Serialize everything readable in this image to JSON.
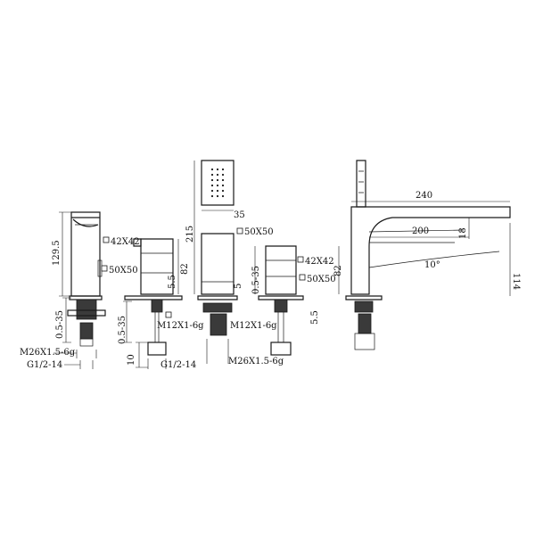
{
  "labels": {
    "basin_height": "129.5",
    "basin_sq1": "42X42",
    "basin_sq2": "50X50",
    "basin_range": "0.5-35",
    "basin_thread": "M26X1.5-6g",
    "basin_pipe": "G1/2-14",
    "valve_range": "0.5-35",
    "valve_ten": "10",
    "valve_pipe": "G1/2-14",
    "valve_sq": "42X42",
    "valve_h": "82",
    "valve_gap": "5.5",
    "valve_thread": "M12X1-6g",
    "shower_215": "215",
    "shower_35": "35",
    "shower_sq": "50X50",
    "shower_5": "5",
    "shower_range": "0.5-35",
    "shower_thread1": "M12X1-6g",
    "shower_thread2": "M26X1.5-6g",
    "v2_sq1": "42X42",
    "v2_sq2": "50X50",
    "v2_h": "82",
    "v2_gap": "5.5",
    "spout_240": "240",
    "spout_18": "18",
    "spout_200": "200",
    "spout_angle": "10°",
    "spout_114": "114"
  },
  "colors": {
    "line": "#1a1a1a",
    "fill_dark": "#3a3a3a",
    "background": "#ffffff"
  }
}
